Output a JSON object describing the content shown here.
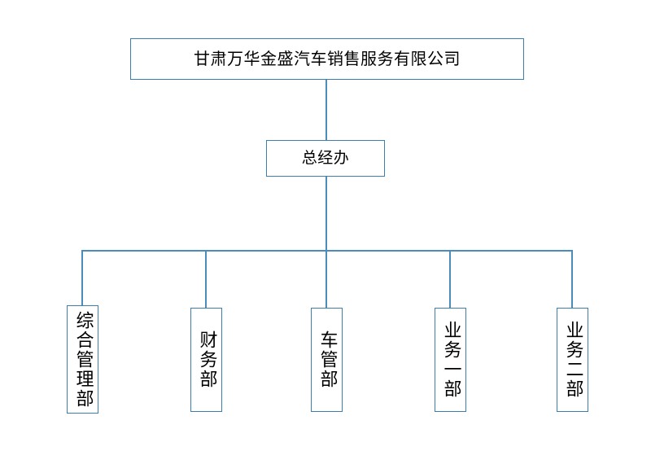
{
  "diagram": {
    "type": "organizational-chart",
    "orientation": "top-down",
    "background_color": "#ffffff",
    "border_color": "#3c7eb0",
    "connector_color": "#4a8dba",
    "text_color": "#000000",
    "levels": 3
  },
  "root": {
    "label": "甘肃万华金盛汽车销售服务有限公司",
    "text_direction": "horizontal"
  },
  "management": {
    "label": "总经办",
    "text_direction": "horizontal"
  },
  "departments": [
    {
      "label": "综合管理部",
      "text_direction": "vertical"
    },
    {
      "label": "财务部",
      "text_direction": "vertical"
    },
    {
      "label": "车管部",
      "text_direction": "vertical"
    },
    {
      "label": "业务一部",
      "text_direction": "vertical"
    },
    {
      "label": "业务二部",
      "text_direction": "vertical"
    }
  ]
}
